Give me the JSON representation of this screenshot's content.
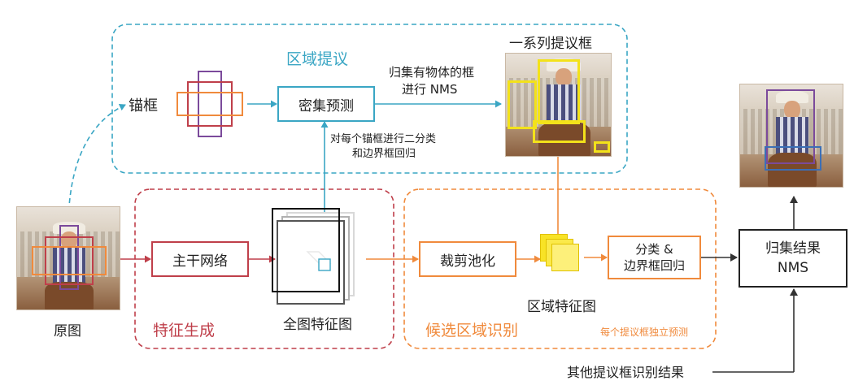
{
  "labels": {
    "region_proposal_title": "区域提议",
    "anchor": "锚框",
    "dense_prediction": "密集预测",
    "gather_line1": "归集有物体的框",
    "gather_line2": "进行 NMS",
    "proposals_title": "一系列提议框",
    "binary_line1": "对每个锚框进行二分类",
    "binary_line2": "和边界框回归",
    "original_image": "原图",
    "backbone": "主干网络",
    "full_feature_map": "全图特征图",
    "feature_generation": "特征生成",
    "crop_pool": "裁剪池化",
    "region_feature_map": "区域特征图",
    "cls_line1": "分类 &",
    "cls_line2": "边界框回归",
    "candidate_recognition": "候选区域识别",
    "independent_prediction": "每个提议框独立预测",
    "gather_nms_line1": "归集结果",
    "gather_nms_line2": "NMS",
    "other_results": "其他提议框识别结果"
  },
  "colors": {
    "teal": "#3aa6c4",
    "red": "#bf3f4a",
    "orange": "#f08a3c",
    "yellow": "#f3e21a",
    "purple": "#7b4a9b",
    "dark": "#222222",
    "gray": "#888888"
  }
}
